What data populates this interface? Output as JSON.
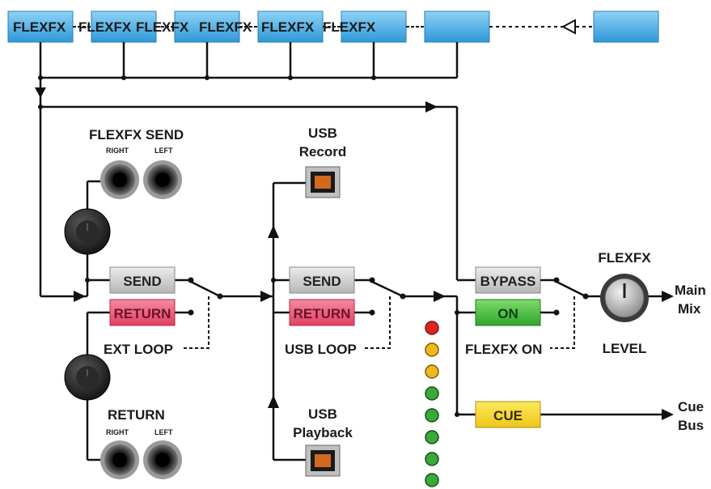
{
  "top_slots": [
    {
      "label": "FLEXFX"
    },
    {
      "label": "FLEXFX"
    },
    {
      "label": "FLEXFX"
    },
    {
      "label": "FLEXFX"
    },
    {
      "label": "FLEXFX"
    },
    {
      "label": "FLEXFX"
    },
    {
      "label": ""
    },
    {
      "label": ""
    }
  ],
  "ext": {
    "send_title": "FLEXFX SEND",
    "send_right": "RIGHT",
    "send_left": "LEFT",
    "send_button": "SEND",
    "return_button": "RETURN",
    "loop_label": "EXT LOOP",
    "return_title": "RETURN",
    "return_right": "RIGHT",
    "return_left": "LEFT"
  },
  "usb": {
    "record_line1": "USB",
    "record_line2": "Record",
    "send_button": "SEND",
    "return_button": "RETURN",
    "loop_label": "USB LOOP",
    "playback_line1": "USB",
    "playback_line2": "Playback"
  },
  "flexfx_out": {
    "bypass_button": "BYPASS",
    "on_button": "ON",
    "on_label": "FLEXFX ON",
    "knob_title": "FLEXFX",
    "knob_label": "LEVEL",
    "main_line1": "Main",
    "main_line2": "Mix",
    "cue_button": "CUE",
    "cue_line1": "Cue",
    "cue_line2": "Bus"
  },
  "meter": {
    "leds": [
      "red",
      "yellow",
      "yellow",
      "green",
      "green",
      "green",
      "green",
      "green"
    ]
  },
  "colors": {
    "slot_blue": "#4fb0e6",
    "send_gray": "#c8c8c8",
    "return_pink": "#e8506e",
    "on_green": "#3fb53f",
    "cue_yellow": "#f2d21a",
    "usb_orange": "#d2691e"
  }
}
